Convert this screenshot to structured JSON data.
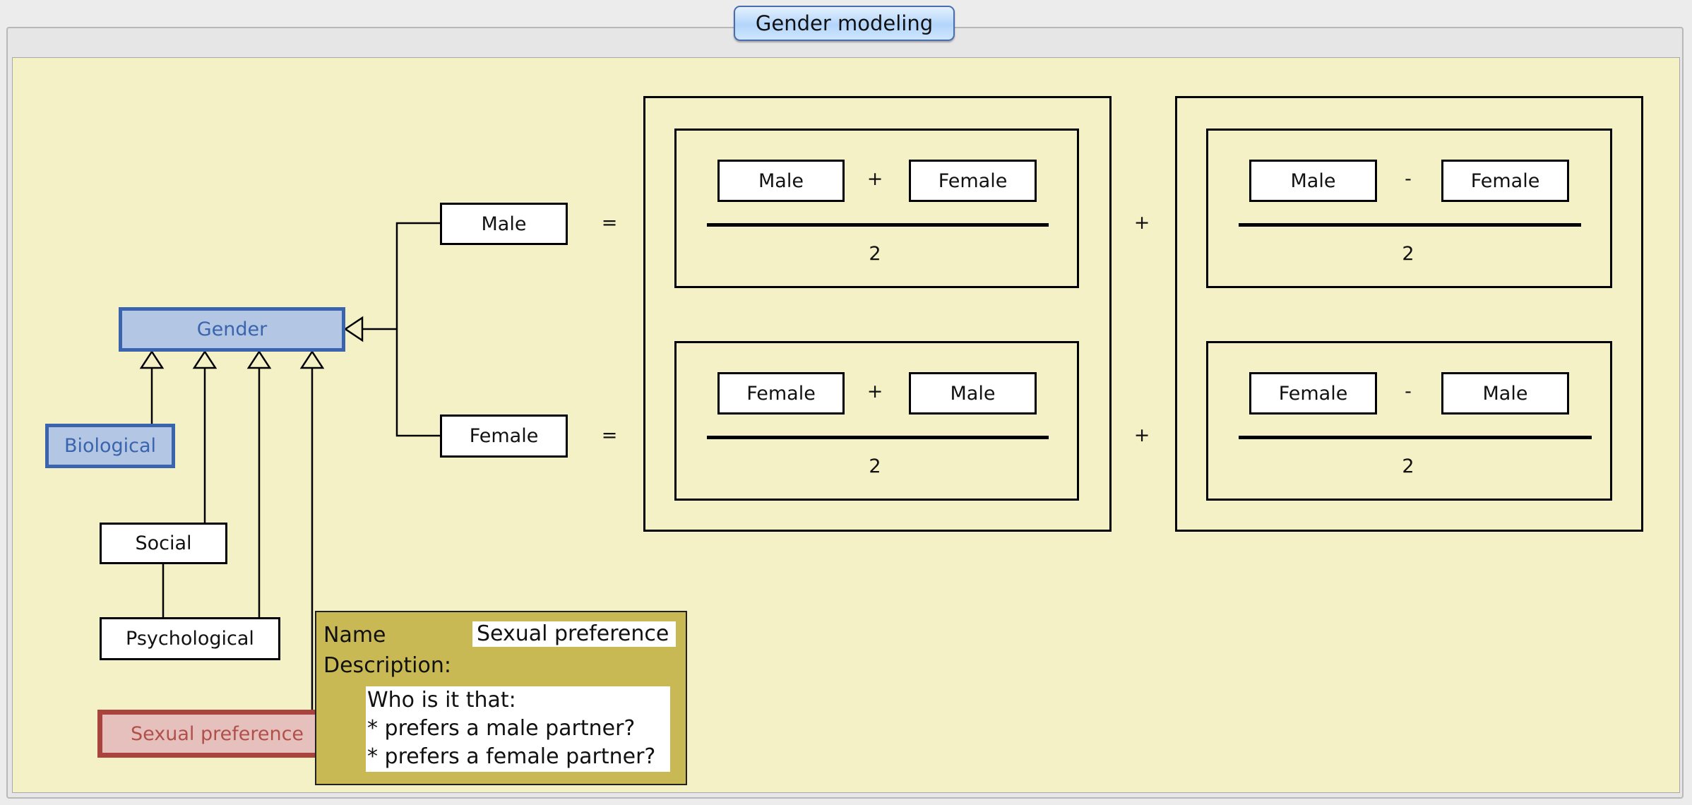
{
  "tab": {
    "title": "Gender modeling"
  },
  "hierarchy": {
    "root": "Gender",
    "children": [
      "Biological",
      "Social",
      "Psychological",
      "Sexual preference"
    ],
    "specializations": [
      "Male",
      "Female"
    ]
  },
  "equations": {
    "equals": "=",
    "plus": "+",
    "rows": [
      {
        "lhs": "Male",
        "sum": {
          "a": "Male",
          "op": "+",
          "b": "Female",
          "denominator": "2"
        },
        "diff": {
          "a": "Male",
          "op": "-",
          "b": "Female",
          "denominator": "2"
        }
      },
      {
        "lhs": "Female",
        "sum": {
          "a": "Female",
          "op": "+",
          "b": "Male",
          "denominator": "2"
        },
        "diff": {
          "a": "Female",
          "op": "-",
          "b": "Male",
          "denominator": "2"
        }
      }
    ]
  },
  "tooltip": {
    "name_label": "Name",
    "name_value": "Sexual preference",
    "description_label": "Description:",
    "description_lines": [
      "Who is it that:",
      "* prefers a male partner?",
      "* prefers a female partner?"
    ]
  },
  "colors": {
    "canvas": "#f5f1c6",
    "selected_blue": "#3a64ad",
    "highlight_red": "#a8443d",
    "tooltip": "#c8b955"
  }
}
